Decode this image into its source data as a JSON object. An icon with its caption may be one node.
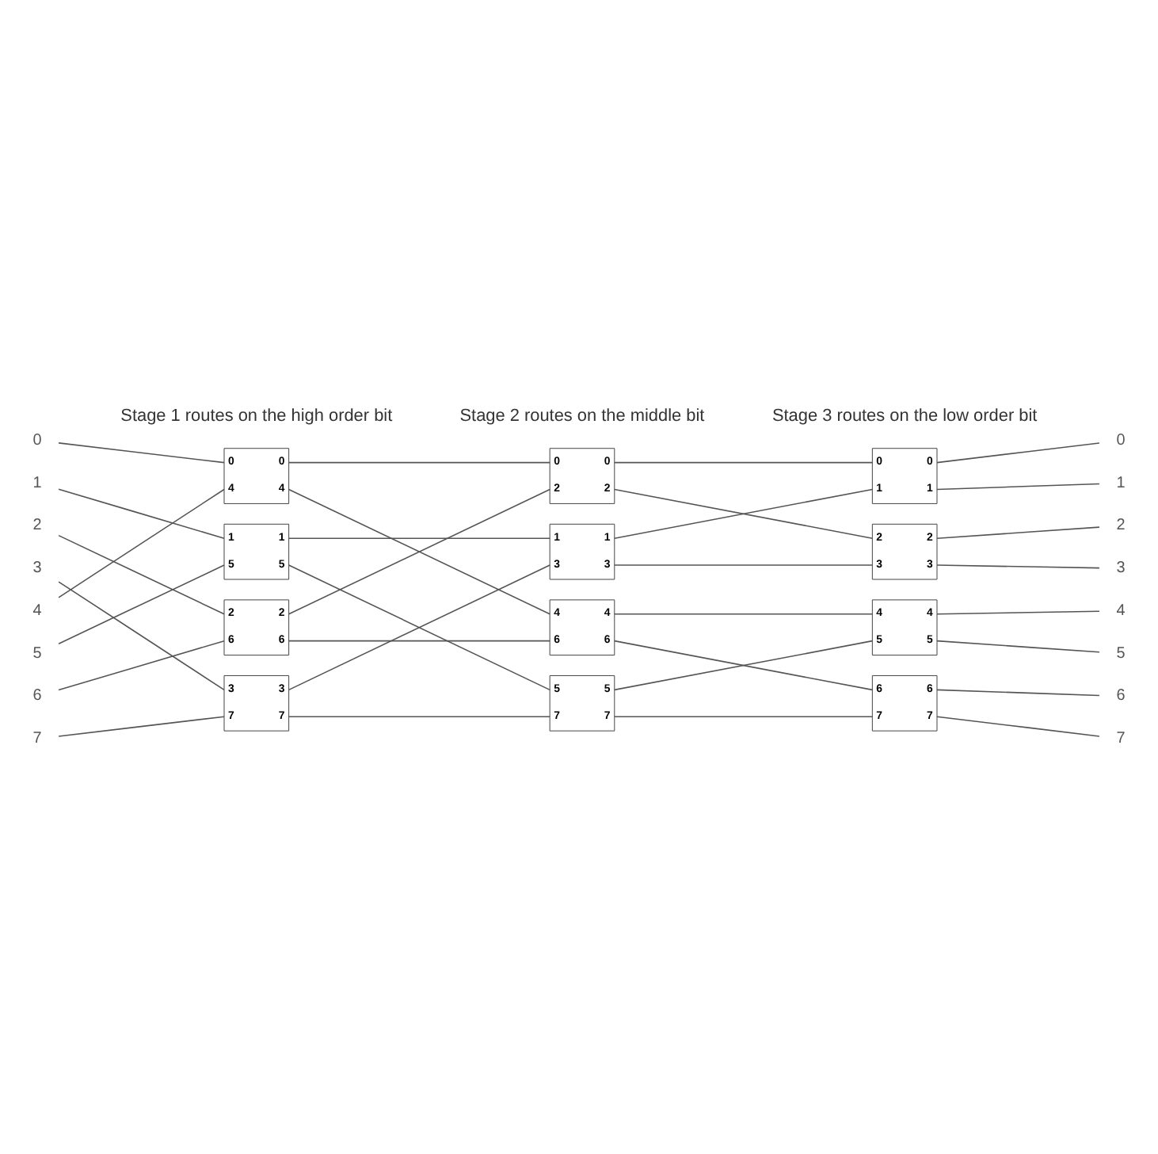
{
  "diagram": {
    "nodes": [
      {
        "text": [
          "0"
        ]
      },
      {
        "text": [
          "1"
        ]
      },
      {
        "text": [
          "2"
        ]
      },
      {
        "text": [
          "3"
        ]
      },
      {
        "text": [
          "4"
        ]
      },
      {
        "text": [
          "5"
        ]
      },
      {
        "text": [
          "6"
        ]
      },
      {
        "text": [
          "7"
        ]
      },
      {
        "text": [
          "0",
          "0",
          "4",
          "4"
        ]
      },
      {
        "text": [
          "1",
          "1",
          "5",
          "5"
        ]
      },
      {
        "text": [
          "2",
          "2",
          "6",
          "6"
        ]
      },
      {
        "text": [
          "3",
          "3",
          "7",
          "7"
        ]
      },
      {
        "text": [
          "0",
          "0",
          "2",
          "2"
        ]
      },
      {
        "text": [
          "1",
          "1",
          "3",
          "3"
        ]
      },
      {
        "text": [
          "4",
          "4",
          "6",
          "6"
        ]
      },
      {
        "text": [
          "5",
          "5",
          "7",
          "7"
        ]
      },
      {
        "text": [
          "0",
          "0",
          "1",
          "1"
        ]
      },
      {
        "text": [
          "2",
          "2",
          "3",
          "3"
        ]
      },
      {
        "text": [
          "4",
          "4",
          "5",
          "5"
        ]
      },
      {
        "text": [
          "6",
          "6",
          "7",
          "7"
        ]
      },
      {
        "text": [
          "0"
        ]
      },
      {
        "text": [
          "1"
        ]
      },
      {
        "text": [
          "2"
        ]
      },
      {
        "text": [
          "3"
        ]
      },
      {
        "text": [
          "4"
        ]
      },
      {
        "text": [
          "5"
        ]
      },
      {
        "text": [
          "6"
        ]
      },
      {
        "text": [
          "7"
        ]
      }
    ],
    "edges": [
      {
        "from": 0,
        "to": 8,
        "arrow": "none"
      },
      {
        "from": 1,
        "to": 9,
        "arrow": "none"
      },
      {
        "from": 2,
        "to": 10,
        "arrow": "none"
      },
      {
        "from": 3,
        "to": 11,
        "arrow": "none"
      },
      {
        "from": 4,
        "to": 8,
        "arrow": "none"
      },
      {
        "from": 5,
        "to": 9,
        "arrow": "none"
      },
      {
        "from": 6,
        "to": 10,
        "arrow": "none"
      },
      {
        "from": 7,
        "to": 11,
        "arrow": "none"
      },
      {
        "from": 8,
        "to": 12,
        "arrow": "none"
      },
      {
        "from": 8,
        "to": 14,
        "arrow": "none"
      },
      {
        "from": 9,
        "to": 13,
        "arrow": "none"
      },
      {
        "from": 9,
        "to": 15,
        "arrow": "none"
      },
      {
        "from": 10,
        "to": 12,
        "arrow": "none"
      },
      {
        "from": 10,
        "to": 14,
        "arrow": "none"
      },
      {
        "from": 11,
        "to": 13,
        "arrow": "none"
      },
      {
        "from": 11,
        "to": 15,
        "arrow": "none"
      },
      {
        "from": 12,
        "to": 16,
        "arrow": "none"
      },
      {
        "from": 12,
        "to": 17,
        "arrow": "none"
      },
      {
        "from": 13,
        "to": 16,
        "arrow": "none"
      },
      {
        "from": 13,
        "to": 17,
        "arrow": "none"
      },
      {
        "from": 14,
        "to": 18,
        "arrow": "none"
      },
      {
        "from": 14,
        "to": 19,
        "arrow": "none"
      },
      {
        "from": 15,
        "to": 18,
        "arrow": "none"
      },
      {
        "from": 15,
        "to": 19,
        "arrow": "none"
      },
      {
        "from": 16,
        "to": 20,
        "arrow": "none"
      },
      {
        "from": 16,
        "to": 21,
        "arrow": "none"
      },
      {
        "from": 17,
        "to": 22,
        "arrow": "none"
      },
      {
        "from": 17,
        "to": 23,
        "arrow": "none"
      },
      {
        "from": 18,
        "to": 24,
        "arrow": "none"
      },
      {
        "from": 18,
        "to": 25,
        "arrow": "none"
      },
      {
        "from": 19,
        "to": 26,
        "arrow": "none"
      },
      {
        "from": 19,
        "to": 27,
        "arrow": "none"
      }
    ],
    "labels": [
      "Stage 1 routes on the high order bit",
      "Stage 2 routes on the middle bit",
      "Stage 3 routes on the low order bit"
    ]
  }
}
